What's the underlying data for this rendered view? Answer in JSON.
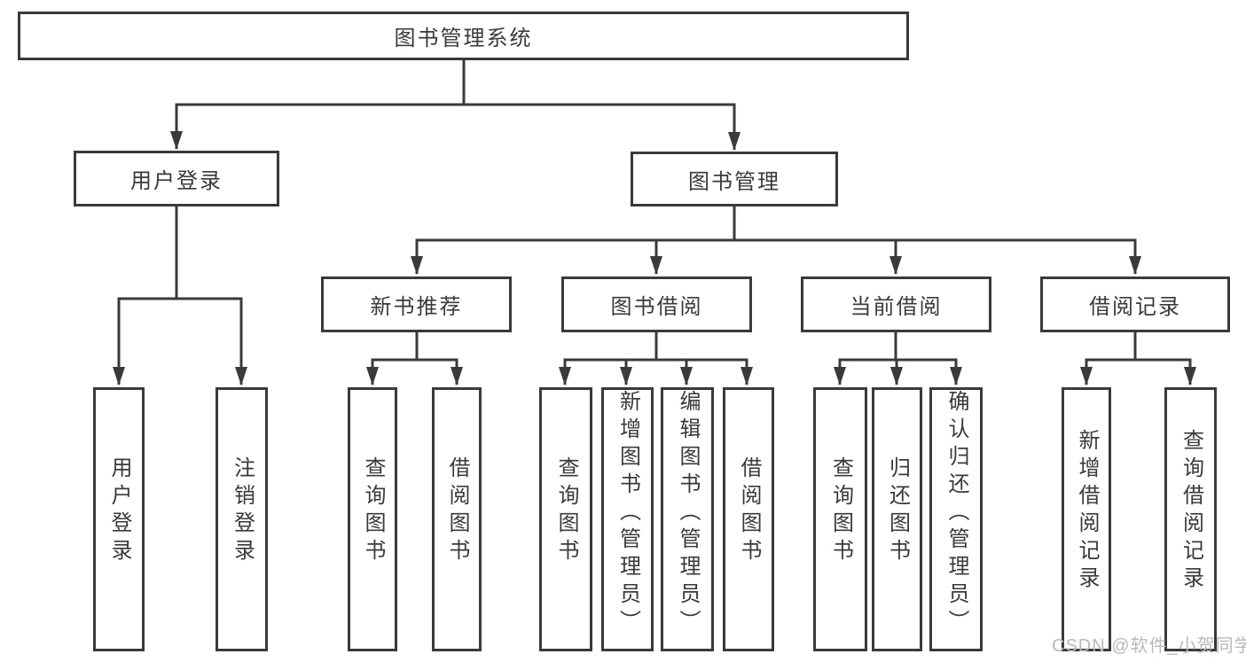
{
  "colors": {
    "line": "#3a3a3a",
    "text": "#3a3a3a",
    "watermark": "#b9b9b9",
    "background": "#ffffff"
  },
  "watermark": {
    "text": "CSDN @软件_小贺同学"
  },
  "tree": {
    "label": "图书管理系统",
    "children": [
      {
        "label": "用户登录",
        "children": [
          {
            "label": "用户登录"
          },
          {
            "label": "注销登录"
          }
        ]
      },
      {
        "label": "图书管理",
        "children": [
          {
            "label": "新书推荐",
            "children": [
              {
                "label": "查询图书"
              },
              {
                "label": "借阅图书"
              }
            ]
          },
          {
            "label": "图书借阅",
            "children": [
              {
                "label": "查询图书"
              },
              {
                "label": "新增图书（管理员）"
              },
              {
                "label": "编辑图书（管理员）"
              },
              {
                "label": "借阅图书"
              }
            ]
          },
          {
            "label": "当前借阅",
            "children": [
              {
                "label": "查询图书"
              },
              {
                "label": "归还图书"
              },
              {
                "label": "确认归还（管理员）"
              }
            ]
          },
          {
            "label": "借阅记录",
            "children": [
              {
                "label": "新增借阅记录"
              },
              {
                "label": "查询借阅记录"
              }
            ]
          }
        ]
      }
    ]
  }
}
